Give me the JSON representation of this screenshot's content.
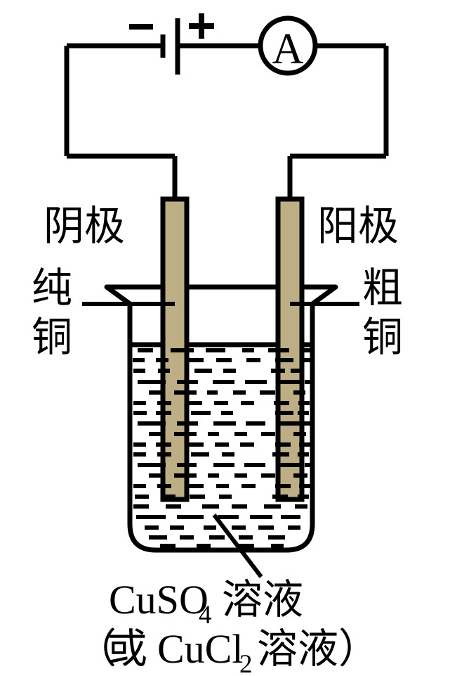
{
  "figure": {
    "type": "electrolysis-cell-diagram",
    "topic": "copper-electrorefining",
    "background_color": "#FFFFFF",
    "line_color": "#000000",
    "electrode_fill": "#BEAE85",
    "electrode_stroke": "#000000",
    "liquid_dash_color": "#000000"
  },
  "circuit": {
    "battery": {
      "negative_label": "−",
      "positive_label": "+",
      "name": "battery-symbol"
    },
    "ammeter": {
      "label": "A",
      "name": "ammeter"
    }
  },
  "electrodes": {
    "left": {
      "role_label": "阴极",
      "material_label_line1": "纯",
      "material_label_line2": "铜",
      "material_label": "纯铜"
    },
    "right": {
      "role_label": "阳极",
      "material_label_line1": "粗",
      "material_label_line2": "铜",
      "material_label": "粗铜"
    }
  },
  "caption": {
    "line1_formula": "CuSO",
    "line1_sub": "4",
    "line1_suffix": "溶液",
    "line2_open": "（",
    "line2_or": "或",
    "line2_formula": "CuCl",
    "line2_sub": "2",
    "line2_suffix": "溶液",
    "line2_close": "）",
    "full_line1": "CuSO4 溶液",
    "full_line2": "（或 CuCl2 溶液）"
  }
}
